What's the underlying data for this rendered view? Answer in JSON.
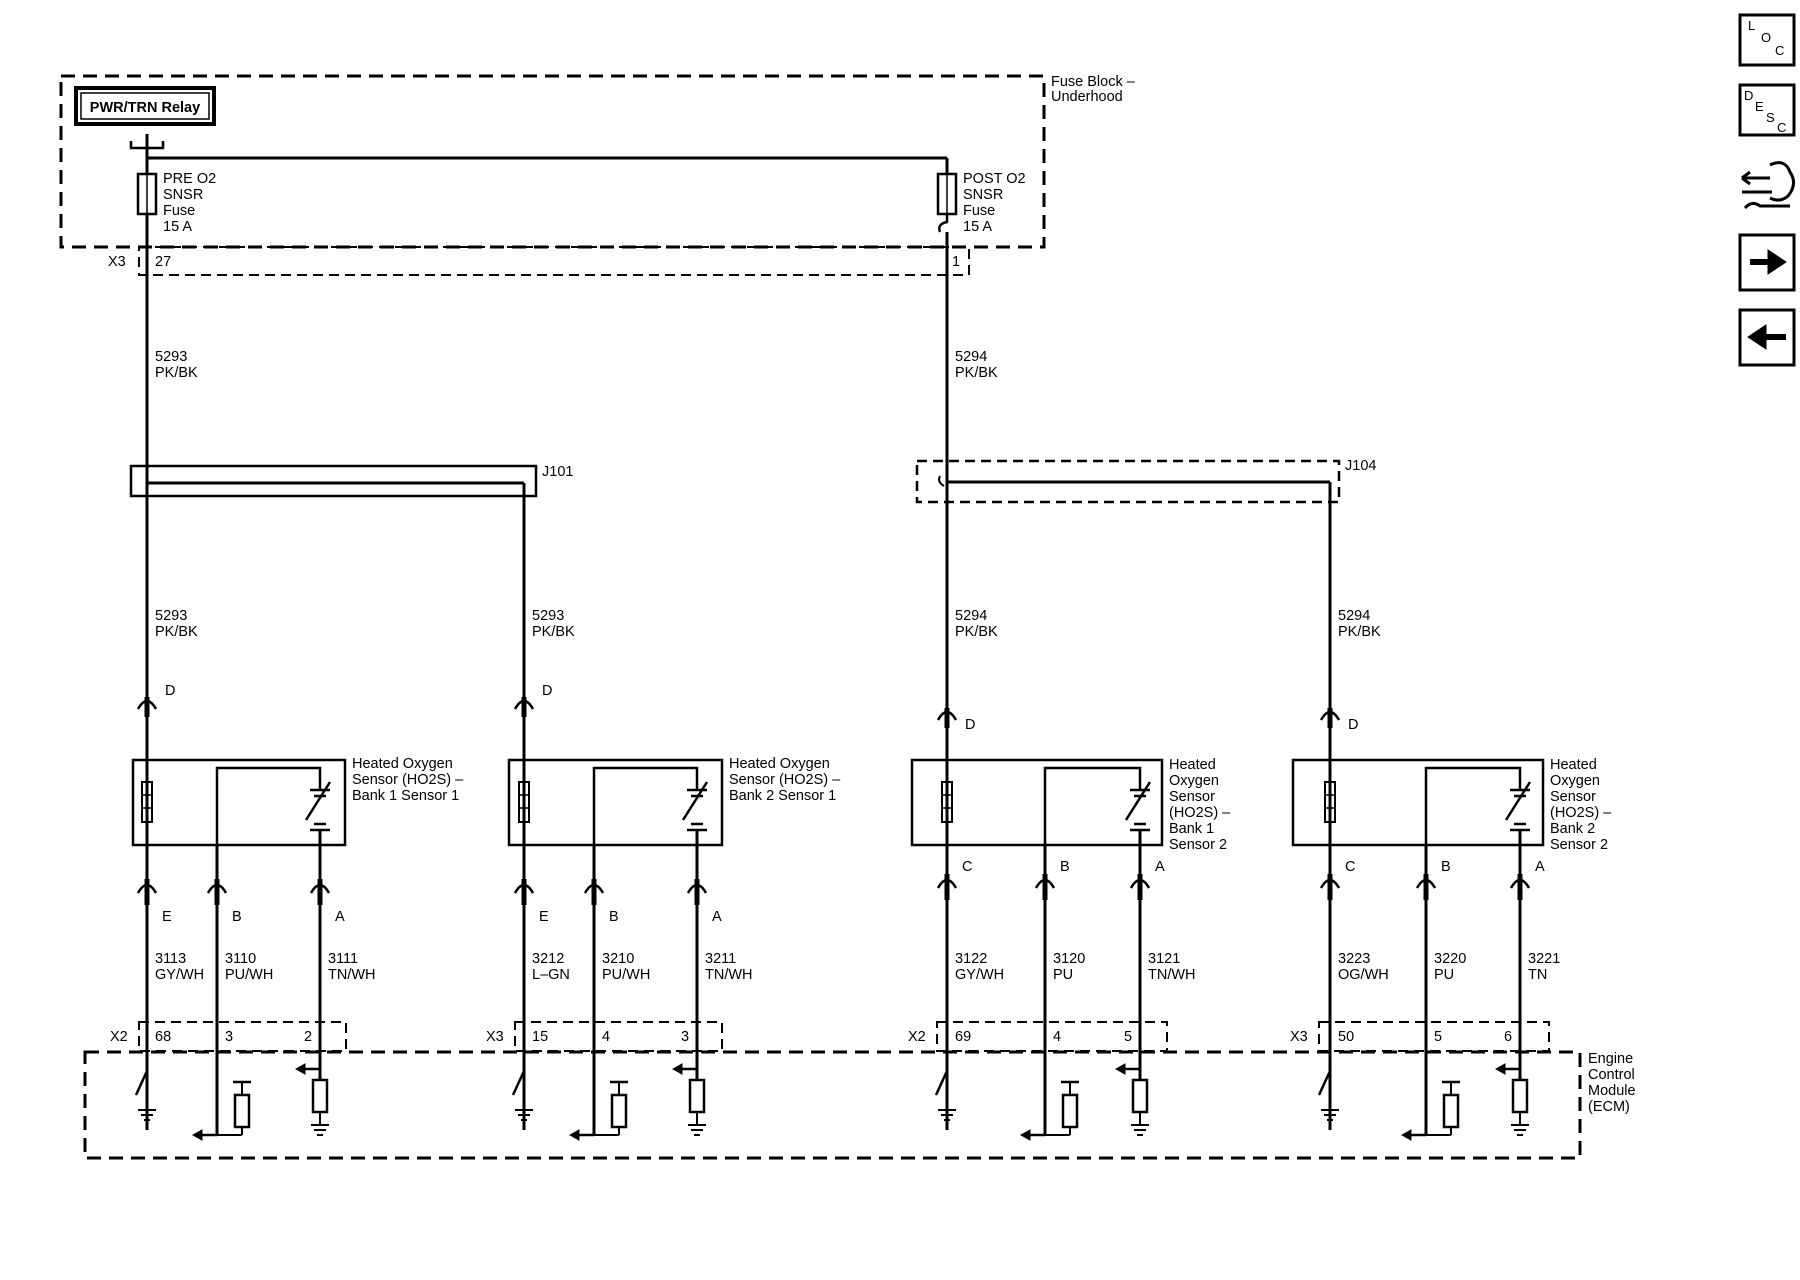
{
  "fuse_block": {
    "title_line1": "Fuse Block –",
    "title_line2": "Underhood",
    "relay_label": "PWR/TRN Relay",
    "pre_fuse": [
      "PRE O2",
      "SNSR",
      "Fuse",
      "15 A"
    ],
    "post_fuse": [
      "POST O2",
      "SNSR",
      "Fuse",
      "15 A"
    ],
    "conn_left_name": "X3",
    "conn_left_pin": "27",
    "conn_right_pin": "1"
  },
  "feed_wires": {
    "left": [
      "5293",
      "PK/BK"
    ],
    "right": [
      "5294",
      "PK/BK"
    ]
  },
  "splices": {
    "left": "J101",
    "right": "J104"
  },
  "sensors": [
    {
      "feed_wire": [
        "5293",
        "PK/BK"
      ],
      "top_pin": "D",
      "name": [
        "Heated Oxygen",
        "Sensor (HO2S)  –",
        "Bank 1 Sensor 1"
      ],
      "pins": [
        "E",
        "B",
        "A"
      ],
      "wires": [
        [
          "3113",
          "GY/WH"
        ],
        [
          "3110",
          "PU/WH"
        ],
        [
          "3111",
          "TN/WH"
        ]
      ],
      "ecm_conn": "X2",
      "ecm_pins": [
        "68",
        "3",
        "2"
      ]
    },
    {
      "feed_wire": [
        "5293",
        "PK/BK"
      ],
      "top_pin": "D",
      "name": [
        "Heated Oxygen",
        "Sensor (HO2S)  –",
        "Bank 2 Sensor 1"
      ],
      "pins": [
        "E",
        "B",
        "A"
      ],
      "wires": [
        [
          "3212",
          "L–GN"
        ],
        [
          "3210",
          "PU/WH"
        ],
        [
          "3211",
          "TN/WH"
        ]
      ],
      "ecm_conn": "X3",
      "ecm_pins": [
        "15",
        "4",
        "3"
      ]
    },
    {
      "feed_wire": [
        "5294",
        "PK/BK"
      ],
      "top_pin": "D",
      "name": [
        "Heated",
        "Oxygen",
        "Sensor",
        "(HO2S)  –",
        "Bank 1",
        "Sensor 2"
      ],
      "pins": [
        "C",
        "B",
        "A"
      ],
      "wires": [
        [
          "3122",
          "GY/WH"
        ],
        [
          "3120",
          "PU"
        ],
        [
          "3121",
          "TN/WH"
        ]
      ],
      "ecm_conn": "X2",
      "ecm_pins": [
        "69",
        "4",
        "5"
      ]
    },
    {
      "feed_wire": [
        "5294",
        "PK/BK"
      ],
      "top_pin": "D",
      "name": [
        "Heated",
        "Oxygen",
        "Sensor",
        "(HO2S)  –",
        "Bank 2",
        "Sensor 2"
      ],
      "pins": [
        "C",
        "B",
        "A"
      ],
      "wires": [
        [
          "3223",
          "OG/WH"
        ],
        [
          "3220",
          "PU"
        ],
        [
          "3221",
          "TN"
        ]
      ],
      "ecm_conn": "X3",
      "ecm_pins": [
        "50",
        "5",
        "6"
      ]
    }
  ],
  "ecm": {
    "label": [
      "Engine",
      "Control",
      "Module",
      "(ECM)"
    ]
  },
  "nav": {
    "loc": [
      "L",
      "O",
      "C"
    ],
    "desc": [
      "D",
      "E",
      "S",
      "C"
    ],
    "icons": [
      "connector-end-view-icon",
      "next-page-arrow-icon",
      "previous-page-arrow-icon"
    ]
  }
}
